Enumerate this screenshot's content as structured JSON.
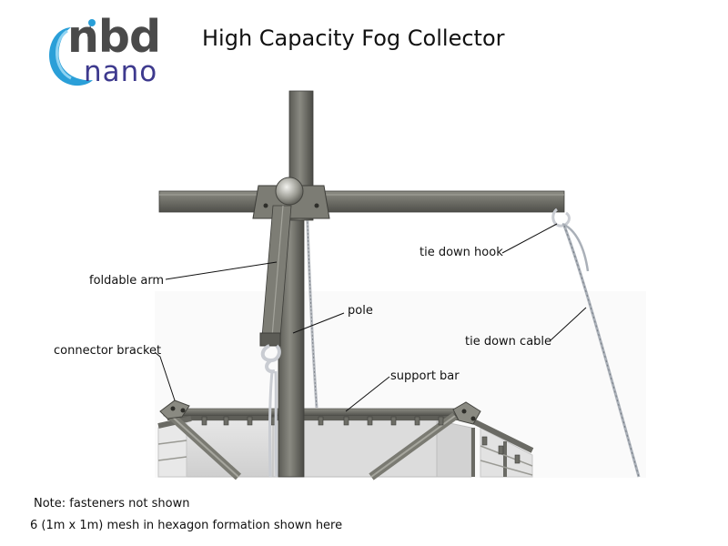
{
  "title": "High Capacity Fog Collector",
  "logo": {
    "primary_text": "nbd",
    "secondary_text": "nano",
    "swirl_color": "#2a9fd8",
    "primary_color": "#4a4a4a",
    "secondary_color": "#3e3a8e"
  },
  "labels": {
    "foldable_arm": "foldable arm",
    "pole": "pole",
    "connector_bracket": "connector bracket",
    "support_bar": "support bar",
    "tie_down_hook": "tie down hook",
    "tie_down_cable": "tie down cable"
  },
  "notes": {
    "fasteners": "Note: fasteners not shown",
    "mesh": "6 (1m x 1m) mesh in hexagon formation shown here"
  },
  "colors": {
    "metal": "#7a7a72",
    "metal_dark": "#4e4e48",
    "mesh": "#d9d9d9",
    "cable": "#9aa0a8"
  }
}
